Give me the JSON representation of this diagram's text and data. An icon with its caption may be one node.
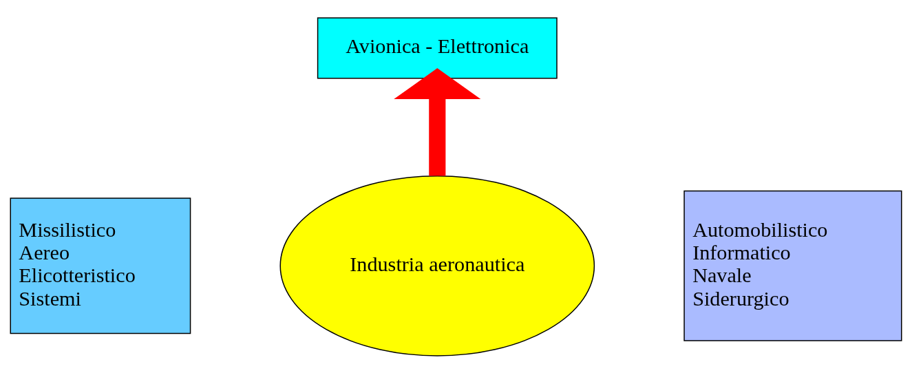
{
  "diagram": {
    "nodes": [
      {
        "text": [
          "Avionica - Elettronica"
        ]
      },
      {
        "text": [
          "Industria aeronautica"
        ]
      },
      {
        "text": [
          "Missilistico",
          "Aereo",
          "Elicotteristico",
          "Sistemi"
        ]
      },
      {
        "text": [
          "Automobilistico",
          "Informatico",
          "Navale",
          "Siderurgico"
        ]
      }
    ],
    "edges": [
      {
        "from": 1,
        "to": 0,
        "arrow": "to",
        "color": "#ff0000"
      }
    ]
  }
}
